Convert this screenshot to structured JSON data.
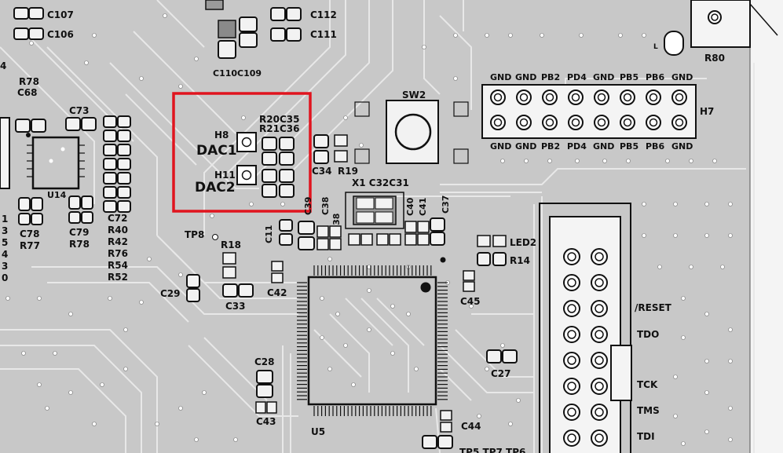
{
  "highlight": {
    "color": "#e0141e"
  },
  "colors": {
    "board": "#c8c8c8",
    "trace": "#e6e6e6",
    "pad": "#f2f2f2",
    "silk": "#101010"
  },
  "labels": {
    "c107": "C107",
    "c106": "C106",
    "c112": "C112",
    "c111": "C111",
    "c110c109": "C110C109",
    "r80": "R80",
    "r78": "R78",
    "c68": "C68",
    "c73": "C73",
    "u14": "U14",
    "c78": "C78",
    "r77": "R77",
    "c79": "C79",
    "r78b": "R78",
    "c72": "C72",
    "r40": "R40",
    "r42": "R42",
    "r76": "R76",
    "r54": "R54",
    "r52": "R52",
    "r20c35": "R20C35",
    "r21c36": "R21C36",
    "h8": "H8",
    "dac1": "DAC1",
    "h11": "H11",
    "dac2": "DAC2",
    "c34": "C34",
    "r19": "R19",
    "sw2": "SW2",
    "x1c32c31": "X1 C32C31",
    "c11": "C11",
    "c39": "C39",
    "c38": "C38",
    "c40": "C40",
    "c41": "C41",
    "c37": "C37",
    "led2": "LED2",
    "r14": "R14",
    "c45": "C45",
    "tp8": "TP8",
    "r18": "R18",
    "c42": "C42",
    "c29": "C29",
    "c33": "C33",
    "c28": "C28",
    "c43": "C43",
    "u5": "U5",
    "c44": "C44",
    "c27": "C27",
    "h7": "H7",
    "tp": "TP5 TP7 TP6",
    "reset": "/RESET",
    "tdo": "TDO",
    "tck": "TCK",
    "tms": "TMS",
    "tdi": "TDI",
    "l": "L"
  },
  "h7_top": [
    "GND",
    "GND",
    "PB2",
    "PD4",
    "GND",
    "PB5",
    "PB6",
    "GND"
  ],
  "h7_bottom": [
    "GND",
    "GND",
    "PB2",
    "PD4",
    "GND",
    "PB5",
    "PB6",
    "GND"
  ],
  "left_edge": [
    "1",
    "3",
    "5",
    "4",
    "3",
    "0"
  ]
}
